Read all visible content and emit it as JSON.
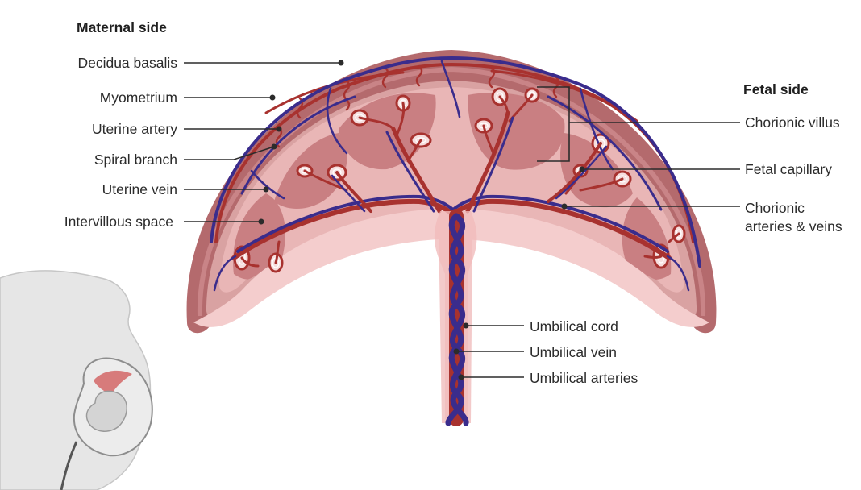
{
  "sides": {
    "maternal": "Maternal side",
    "fetal": "Fetal side"
  },
  "labels": {
    "decidua_basalis": "Decidua basalis",
    "myometrium": "Myometrium",
    "uterine_artery": "Uterine artery",
    "spiral_branch": "Spiral branch",
    "uterine_vein": "Uterine vein",
    "intervillous_space": "Intervillous space",
    "chorionic_villus": "Chorionic villus",
    "fetal_capillary": "Fetal capillary",
    "chorionic_vessels_line1": "Chorionic",
    "chorionic_vessels_line2": "arteries & veins",
    "umbilical_cord": "Umbilical cord",
    "umbilical_vein": "Umbilical vein",
    "umbilical_arteries": "Umbilical arteries"
  },
  "colors": {
    "myometrium": "#b46a6d",
    "decidua": "#d9a2a2",
    "intervillous": "#e9b6b6",
    "villous_tissue": "#c97f82",
    "chorionic_plate": "#f4cdcd",
    "artery": "#a8322f",
    "vein": "#3a2c8c",
    "inset_body": "#dcdcdc"
  }
}
